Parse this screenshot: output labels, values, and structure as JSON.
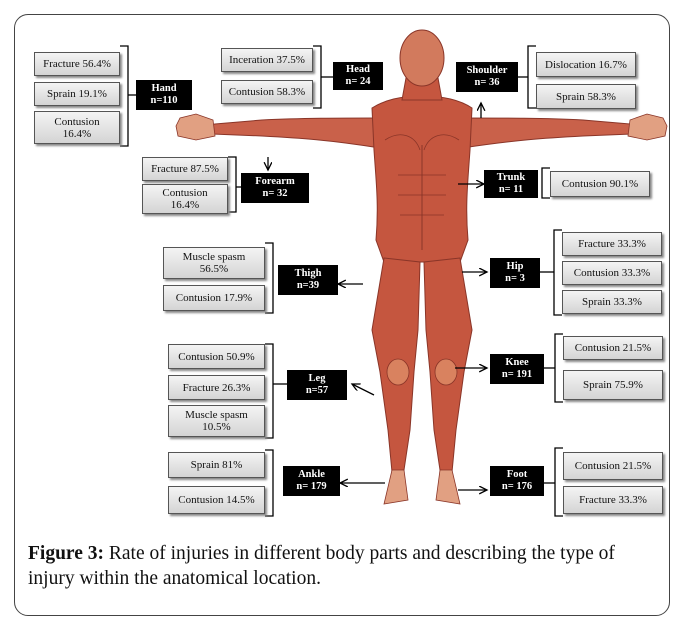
{
  "caption": {
    "label": "Figure 3:",
    "text": "Rate of injuries in different body parts and describing the type of injury within the anatomical location."
  },
  "colors": {
    "skin": "#d9825f",
    "muscle": "#c2533f",
    "label_bg": "#000000",
    "box_bg": "#e3e3e3"
  },
  "body_parts": [
    {
      "id": "hand",
      "name": "Hand",
      "n": "n=110",
      "injuries": [
        "Fracture 56.4%",
        "Sprain 19.1%",
        "Contusion 16.4%"
      ]
    },
    {
      "id": "head",
      "name": "Head",
      "n": "n= 24",
      "injuries": [
        "Inceration 37.5%",
        "Contusion 58.3%"
      ]
    },
    {
      "id": "shoulder",
      "name": "Shoulder",
      "n": "n= 36",
      "injuries": [
        "Dislocation 16.7%",
        "Sprain 58.3%"
      ]
    },
    {
      "id": "forearm",
      "name": "Forearm",
      "n": "n= 32",
      "injuries": [
        "Fracture 87.5%",
        "Contusion 16.4%"
      ]
    },
    {
      "id": "trunk",
      "name": "Trunk",
      "n": "n= 11",
      "injuries": [
        "Contusion 90.1%"
      ]
    },
    {
      "id": "thigh",
      "name": "Thigh",
      "n": "n=39",
      "injuries": [
        "Muscle spasm 56.5%",
        "Contusion 17.9%"
      ]
    },
    {
      "id": "hip",
      "name": "Hip",
      "n": "n= 3",
      "injuries": [
        "Fracture 33.3%",
        "Contusion 33.3%",
        "Sprain 33.3%"
      ]
    },
    {
      "id": "leg",
      "name": "Leg",
      "n": "n=57",
      "injuries": [
        "Contusion 50.9%",
        "Fracture 26.3%",
        "Muscle spasm 10.5%"
      ]
    },
    {
      "id": "knee",
      "name": "Knee",
      "n": "n= 191",
      "injuries": [
        "Contusion 21.5%",
        "Sprain 75.9%"
      ]
    },
    {
      "id": "ankle",
      "name": "Ankle",
      "n": "n= 179",
      "injuries": [
        "Sprain 81%",
        "Contusion 14.5%"
      ]
    },
    {
      "id": "foot",
      "name": "Foot",
      "n": "n= 176",
      "injuries": [
        "Contusion 21.5%",
        "Fracture 33.3%"
      ]
    }
  ]
}
